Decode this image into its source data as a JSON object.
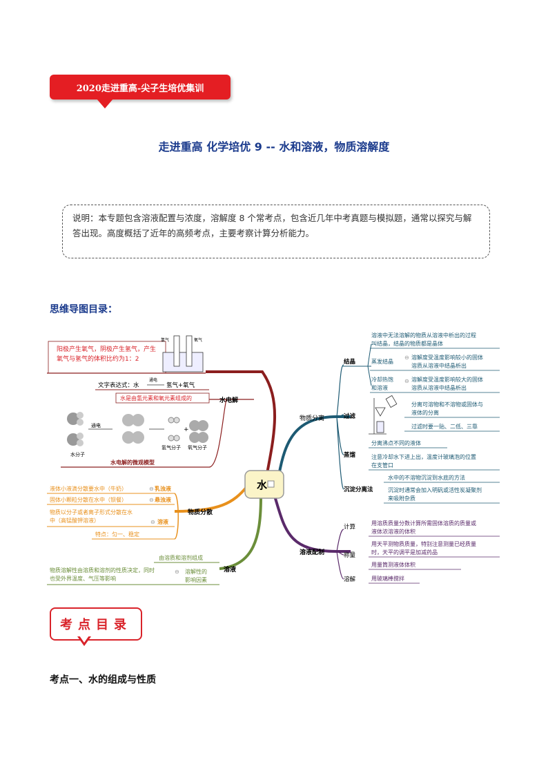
{
  "banner": {
    "text": "2020走进重高-尖子生培优集训"
  },
  "title": "走进重高 化学培优 9 -- 水和溶液，物质溶解度",
  "note": "说明：本专题包含溶液配置与浓度，溶解度 8 个常考点，包含近几年中考真题与模拟题，通常以探究与解答出现。高度概括了近年的高频考点，主要考察计算分析能力。",
  "mindmap_heading": "思维导图目录：",
  "mindmap": {
    "center": "水",
    "left": {
      "electrolysis": {
        "label": "水电解",
        "items": [
          "阳极产生氧气，阴极产生氢气，产生",
          "氧气与氢气的体积比约为1：2",
          "文字表达式：水",
          "通电",
          "氢气+氧气",
          "水是由氢元素和氧元素组成的",
          "通电",
          "水分子",
          "氢气分子",
          "氧气分子",
          "水电解的微观模型",
          "氢气",
          "氧气"
        ]
      },
      "dispersion": {
        "label": "物质分散",
        "items": [
          {
            "text": "液体小液滴分散要水中（牛奶）",
            "tag": "乳浊液"
          },
          {
            "text": "固体小颗粒分散在水中（钡餐）",
            "tag": "悬浊液"
          },
          {
            "text": "物质以分子或者离子形式分散在水",
            "text2": "中（高锰酸钾溶液）",
            "tag": "溶液"
          },
          {
            "text": "特点：匀一、稳定"
          }
        ]
      },
      "solution": {
        "label": "溶液",
        "items": [
          "由溶质和溶剂组成",
          "物质溶解性由溶质和溶剂的性质决定，同时",
          "也受外界温度、气压等影响",
          "溶解性的",
          "影响因素"
        ]
      }
    },
    "right": {
      "separation": {
        "label": "物质分离",
        "crystal": {
          "label": "结晶",
          "items": [
            "溶液中无法溶解的物质从溶液中析出的过程",
            "叫结晶，结晶的物质都是晶体",
            "蒸发结晶",
            "溶解度受温度影响较小的固体",
            "溶质从溶液中结晶析出",
            "冷却热饱",
            "和溶液",
            "溶解度受温度影响较大的固体",
            "溶质从溶液中结晶析出"
          ]
        },
        "filter": {
          "label": "过滤",
          "items": [
            "分离可溶物和不溶物或固体与",
            "液体的分离",
            "过滤时要一贴、二低、三靠"
          ]
        },
        "distill": {
          "label": "蒸馏",
          "items": [
            "分离沸点不同的液体",
            "注意冷却水下进上出，温度计玻璃泡的位置",
            "在支管口"
          ]
        },
        "sediment": {
          "label": "沉淀分离法",
          "items": [
            "水中的不溶物沉淀到水底的方法",
            "沉淀时通常会加入明矾或活性炭凝聚剂",
            "来吸附杂质"
          ]
        }
      },
      "prepare": {
        "label": "溶液配制",
        "calc": {
          "label": "计算",
          "items": [
            "用溶质质量分数计算所需固体溶质的质量或",
            "液体浓溶液的体积"
          ]
        },
        "weigh": {
          "label": "称量",
          "items": [
            "用天平测物质质量，特别注意测量已经质量",
            "时，天平的调平是加减药品",
            "用量筒测液体体积"
          ]
        },
        "dissolve": {
          "label": "溶解",
          "items": [
            "用玻璃棒搅拌"
          ]
        }
      }
    }
  },
  "kaodian": "考点目录",
  "section1": "考点一、水的组成与性质",
  "colors": {
    "red": "#e41e23",
    "navy": "#1a3a8c",
    "teal": "#1d5a73",
    "purple": "#5a2a6a",
    "orange": "#e8901c",
    "green": "#6b8e3a",
    "maroon": "#8b1e1e"
  }
}
